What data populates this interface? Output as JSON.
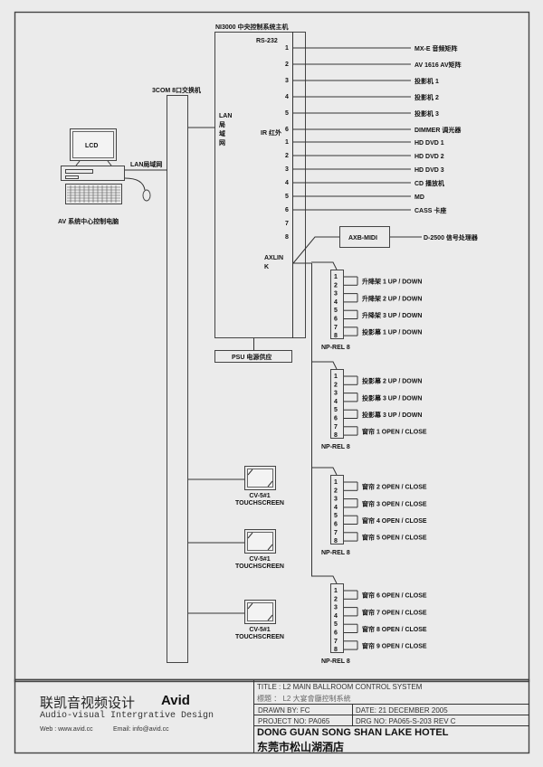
{
  "main_unit": {
    "title": "NI3000 中央控制系统主机",
    "rs232_label": "RS-232",
    "ir_label": "IR 红外",
    "lan_label_lines": [
      "LAN",
      "局",
      "域",
      "网"
    ],
    "axlink_label_lines": [
      "AXLIN",
      "K"
    ],
    "psu_label": "PSU 电源供应"
  },
  "rs232_ports": [
    {
      "num": "1",
      "device": "MX-E 音频矩阵"
    },
    {
      "num": "2",
      "device": "AV 1616 AV矩阵"
    },
    {
      "num": "3",
      "device": "投影机 1"
    },
    {
      "num": "4",
      "device": "投影机 2"
    },
    {
      "num": "5",
      "device": "投影机 3"
    },
    {
      "num": "6",
      "device": "DIMMER 调光器"
    }
  ],
  "ir_ports": [
    {
      "num": "1",
      "device": "HD DVD 1"
    },
    {
      "num": "2",
      "device": "HD DVD 2"
    },
    {
      "num": "3",
      "device": "HD DVD 3"
    },
    {
      "num": "4",
      "device": "CD 播放机"
    },
    {
      "num": "5",
      "device": "MD"
    },
    {
      "num": "6",
      "device": "CASS 卡座"
    },
    {
      "num": "7",
      "device": ""
    },
    {
      "num": "8",
      "device": ""
    }
  ],
  "axb_midi": {
    "label": "AXB-MIDI",
    "output": "D-2500 信号处理器"
  },
  "switch": {
    "label": "3COM 8口交换机"
  },
  "computer": {
    "screen_label": "LCD",
    "lan_label": "LAN局域网",
    "caption": "AV 系统中心控制电脑"
  },
  "relay_modules": [
    {
      "name": "NP-REL 8",
      "pins": [
        "1",
        "2",
        "3",
        "4",
        "5",
        "6",
        "7",
        "8"
      ],
      "outputs": [
        "升降架 1 UP / DOWN",
        "升降架 2 UP / DOWN",
        "升降架 3 UP / DOWN",
        "投影幕 1 UP / DOWN"
      ]
    },
    {
      "name": "NP-REL 8",
      "pins": [
        "1",
        "2",
        "3",
        "4",
        "5",
        "6",
        "7",
        "8"
      ],
      "outputs": [
        "投影幕 2 UP / DOWN",
        "投影幕 3 UP / DOWN",
        "投影幕 3 UP / DOWN",
        "窗帘 1 OPEN / CLOSE"
      ]
    },
    {
      "name": "NP-REL 8",
      "pins": [
        "1",
        "2",
        "3",
        "4",
        "5",
        "6",
        "7",
        "8"
      ],
      "outputs": [
        "窗帘 2 OPEN / CLOSE",
        "窗帘 3 OPEN / CLOSE",
        "窗帘 4 OPEN / CLOSE",
        "窗帘 5 OPEN / CLOSE"
      ]
    },
    {
      "name": "NP-REL 8",
      "pins": [
        "1",
        "2",
        "3",
        "4",
        "5",
        "6",
        "7",
        "8"
      ],
      "outputs": [
        "窗帘 6 OPEN / CLOSE",
        "窗帘 7 OPEN / CLOSE",
        "窗帘 8 OPEN / CLOSE",
        "窗帘 9 OPEN / CLOSE"
      ]
    }
  ],
  "touchscreens": [
    {
      "model": "CV-5#1",
      "type": "TOUCHSCREEN"
    },
    {
      "model": "CV-5#1",
      "type": "TOUCHSCREEN"
    },
    {
      "model": "CV-5#1",
      "type": "TOUCHSCREEN"
    }
  ],
  "title_block": {
    "company_cn": "联凯音视频设计",
    "brand": "Avid",
    "company_en": "Audio-visual Intergrative Design",
    "web": "Web : www.avid.cc",
    "email": "Email: info@avid.cc",
    "title_en": "TITLE : L2 MAIN BALLROOM CONTROL SYSTEM",
    "title_cn": "標題 ： L2 大宴會廳控制系統",
    "drawn_by": "DRAWN BY: FC",
    "date": "DATE: 21 DECEMBER 2005",
    "project_no": "PROJECT NO: PA065",
    "drg_no": "DRG NO: PA065-S-203 REV C",
    "hotel_en": "DONG GUAN SONG SHAN LAKE HOTEL",
    "hotel_cn": "东莞市松山湖酒店"
  }
}
